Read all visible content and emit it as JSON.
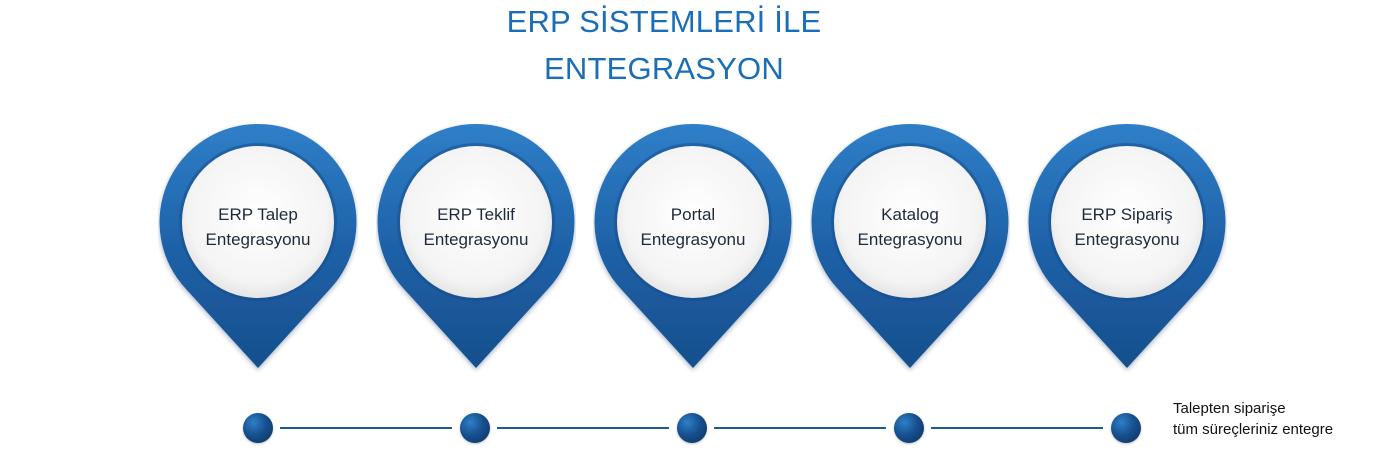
{
  "title": {
    "line1": "ERP SİSTEMLERİ İLE",
    "line2": "ENTEGRASYON"
  },
  "colors": {
    "title": "#1a6eb8",
    "pin_outer": "#1d5fa5",
    "pin_inner": "#f3f3f3",
    "dot": "#16508f"
  },
  "pins": [
    {
      "line1": "ERP Talep",
      "line2": "Entegrasyonu"
    },
    {
      "line1": "ERP Teklif",
      "line2": "Entegrasyonu"
    },
    {
      "line1": "Portal",
      "line2": "Entegrasyonu"
    },
    {
      "line1": "Katalog",
      "line2": "Entegrasyonu"
    },
    {
      "line1": "ERP Sipariş",
      "line2": "Entegrasyonu"
    }
  ],
  "note": {
    "line1": "Talepten siparişe",
    "line2": "tüm süreçleriniz entegre"
  }
}
